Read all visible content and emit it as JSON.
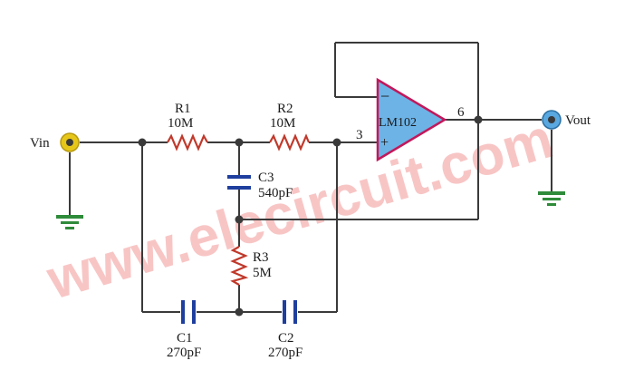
{
  "watermark": "www.elecircuit.com",
  "colors": {
    "wire": "#3a3a3a",
    "resistor": "#c0392b",
    "capacitor": "#1f3f9e",
    "opamp_fill": "#6db3e6",
    "opamp_stroke": "#c2185b",
    "ground": "#2e8b3a",
    "terminal_in": "#e6c619",
    "terminal_out": "#5aa8e0",
    "watermark": "#f08080"
  },
  "terminals": {
    "input_label": "Vin",
    "output_label": "Vout"
  },
  "opamp": {
    "name": "LM102",
    "minus_sign": "−",
    "plus_sign": "+",
    "pin_in": "3",
    "pin_out": "6"
  },
  "components": {
    "r1": {
      "ref": "R1",
      "value": "10M"
    },
    "r2": {
      "ref": "R2",
      "value": "10M"
    },
    "r3": {
      "ref": "R3",
      "value": "5M"
    },
    "c1": {
      "ref": "C1",
      "value": "270pF"
    },
    "c2": {
      "ref": "C2",
      "value": "270pF"
    },
    "c3": {
      "ref": "C3",
      "value": "540pF"
    }
  }
}
